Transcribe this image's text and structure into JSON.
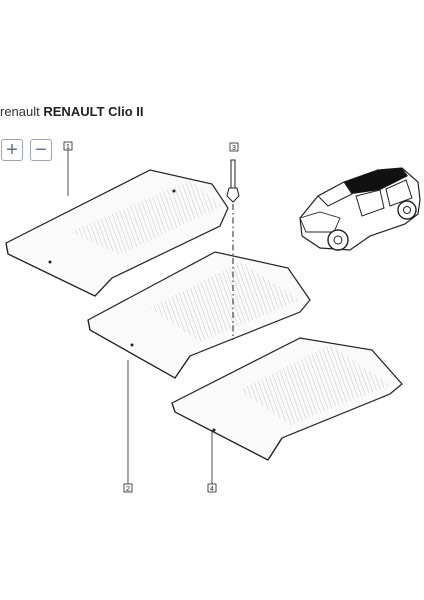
{
  "title": {
    "make": "renault",
    "model": "RENAULT Clio II"
  },
  "zoom": {
    "plus_label": "+",
    "minus_label": "−"
  },
  "callouts": {
    "c1": "1",
    "c2": "2",
    "c3": "3",
    "c4": "4"
  }
}
